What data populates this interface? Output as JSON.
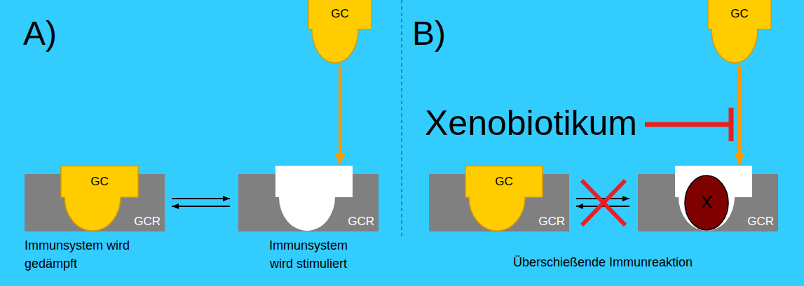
{
  "diagram": {
    "nodes": [
      {
        "text": [
          "GCR"
        ]
      },
      {
        "text": [
          "GC"
        ],
        "in": 0
      },
      {
        "text": [
          "GC"
        ]
      },
      {
        "text": [
          "GCR"
        ]
      },
      {
        "text": [
          "GCR"
        ]
      },
      {
        "text": [
          "GC"
        ],
        "in": 4
      },
      {
        "text": [
          "GC"
        ]
      },
      {
        "text": [
          "GCR"
        ]
      },
      {
        "text": [
          "X"
        ],
        "in": 7
      }
    ],
    "edges": [
      {
        "from": 2,
        "to": 3,
        "arrow": "to"
      },
      {
        "from": 0,
        "to": 3,
        "arrow": "both"
      },
      {
        "from": 6,
        "to": 7,
        "arrow": "to"
      },
      {
        "from": 4,
        "to": 7,
        "arrow": "both"
      }
    ],
    "labels": [
      "A)",
      "B)",
      "Immunsystem wird gedämpft",
      "Immunsystem wird stimuliert",
      "Xenobiotikum",
      "Überschießende Immunreaktion"
    ]
  }
}
